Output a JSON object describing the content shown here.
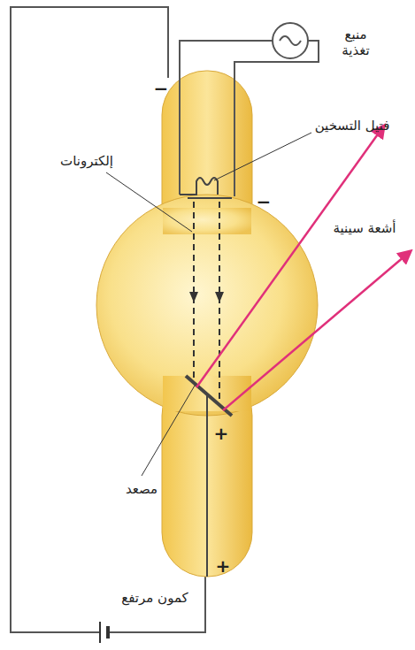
{
  "diagram": {
    "labels": [
      "منبع تغذية",
      "فتيل التسخين",
      "إلكترونات",
      "أشعة سينية",
      "مصعد",
      "كمون مرتفع",
      "−",
      "−",
      "+",
      "+"
    ]
  }
}
